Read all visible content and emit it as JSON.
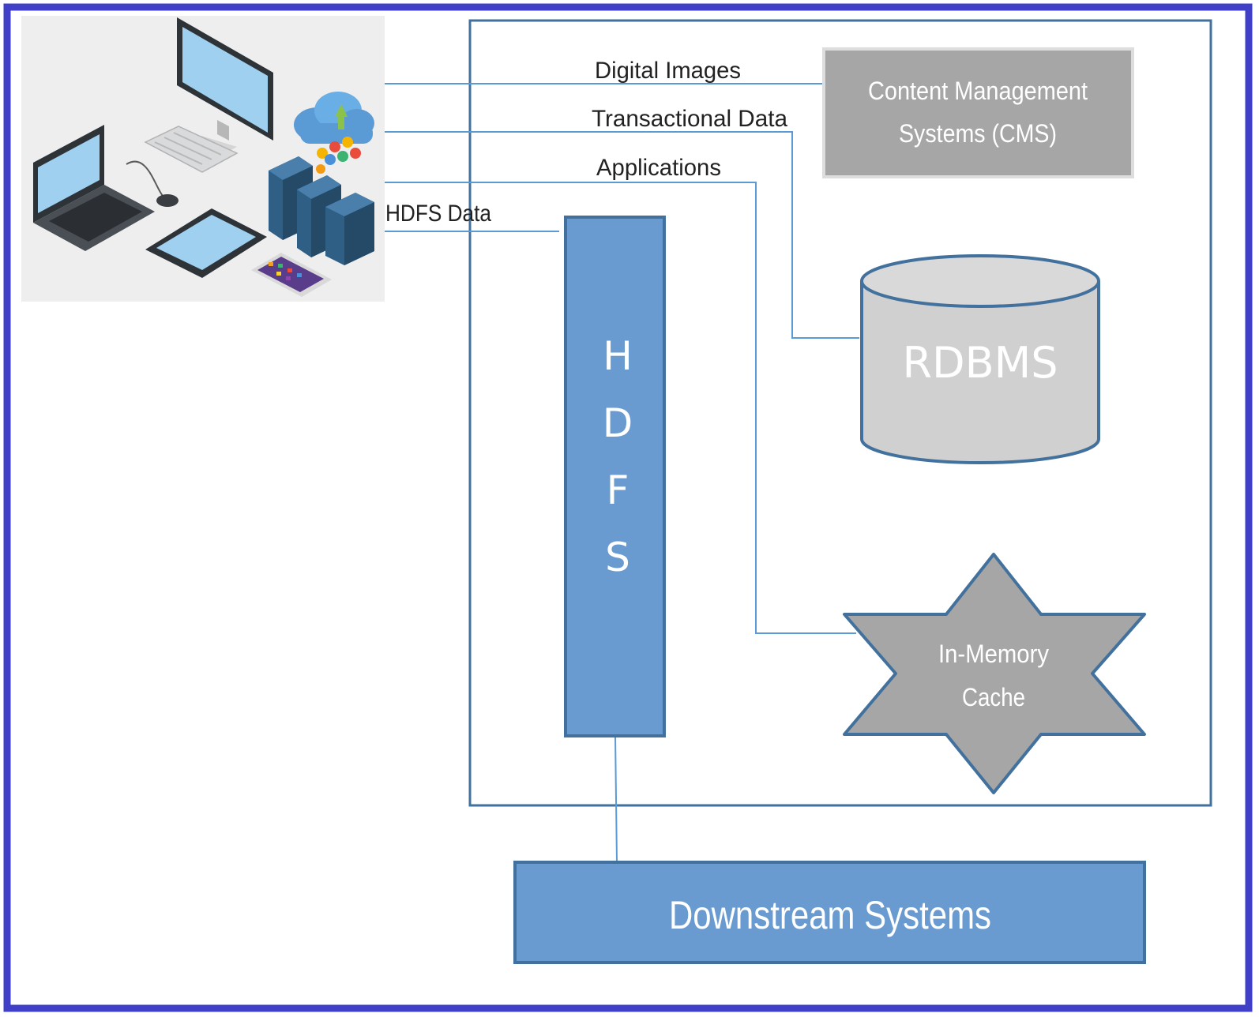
{
  "diagram": {
    "flows": {
      "digital_images": "Digital Images",
      "transactional_data": "Transactional Data",
      "applications": "Applications",
      "hdfs_data": "HDFS Data"
    },
    "nodes": {
      "cms_line1": "Content Management",
      "cms_line2": "Systems (CMS)",
      "rdbms": "RDBMS",
      "hdfs_letters": [
        "H",
        "D",
        "F",
        "S"
      ],
      "cache_line1": "In-Memory",
      "cache_line2": "Cache",
      "downstream": "Downstream Systems"
    },
    "colors": {
      "frame": "#3f3fc8",
      "box_border": "#41719c",
      "line": "#5b9bd5",
      "hdfs_fill": "#6a9bd0",
      "gray_fill": "#a6a6a6",
      "cylinder_fill": "#d0d0d0"
    },
    "illustration": {
      "icons": [
        "desktop-monitor-icon",
        "keyboard-icon",
        "mouse-icon",
        "laptop-icon",
        "tablet-icon",
        "smartphone-icon",
        "cloud-icon",
        "server-rack-icon",
        "app-tiles-icon"
      ]
    }
  }
}
